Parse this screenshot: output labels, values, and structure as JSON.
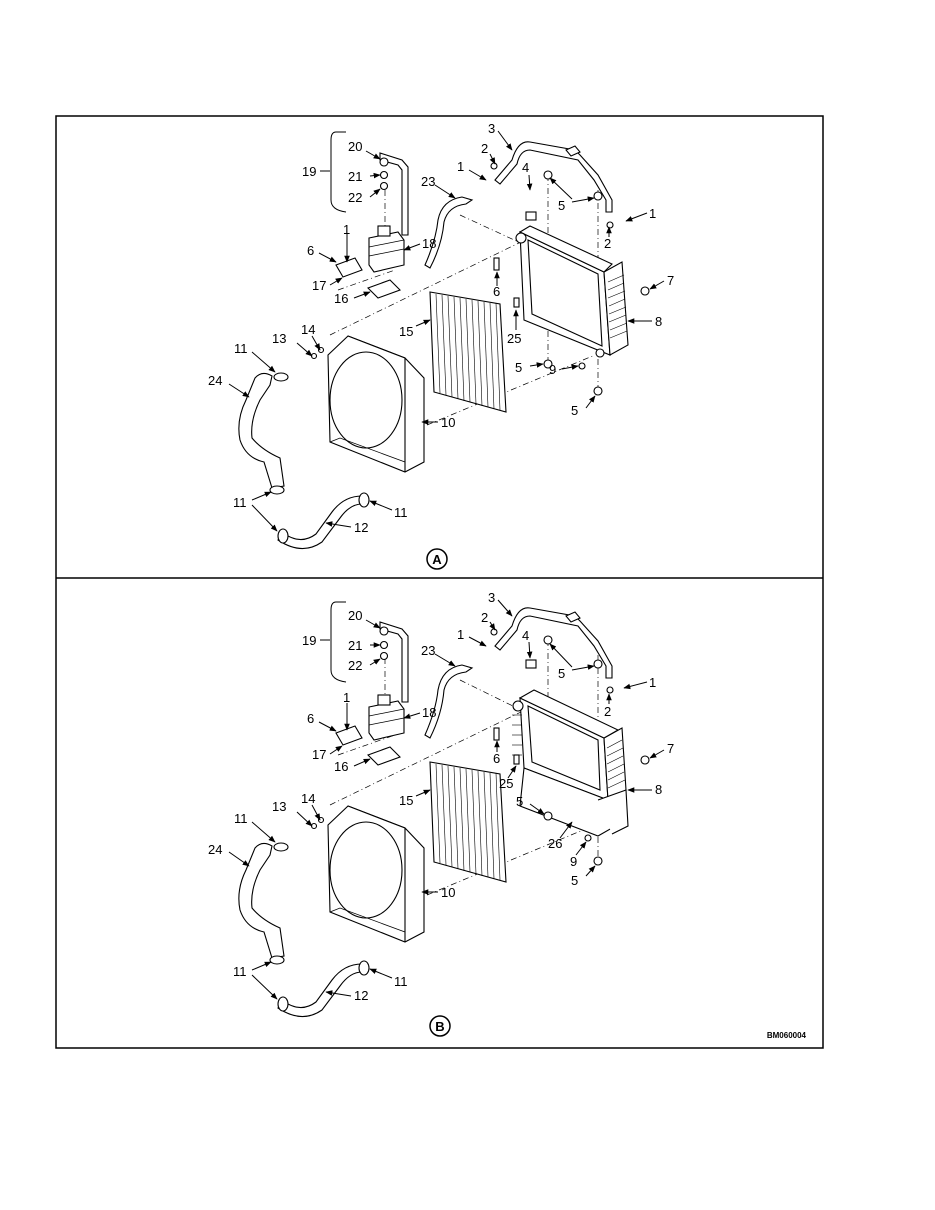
{
  "figure_code": "BM060004",
  "views": [
    {
      "id": "A",
      "callout": "A",
      "labels": {
        "c1a": "1",
        "c1b": "1",
        "c1c": "1",
        "c2a": "2",
        "c2b": "2",
        "c3": "3",
        "c4": "4",
        "c5a": "5",
        "c5b": "5",
        "c5c": "5",
        "c6a": "6",
        "c6b": "6",
        "c7": "7",
        "c8": "8",
        "c9": "9",
        "c10": "10",
        "c11a": "11",
        "c11b": "11",
        "c11c": "11",
        "c12": "12",
        "c13": "13",
        "c14": "14",
        "c15": "15",
        "c16": "16",
        "c17": "17",
        "c18": "18",
        "c19": "19",
        "c20": "20",
        "c21": "21",
        "c22": "22",
        "c23": "23",
        "c24": "24",
        "c25": "25"
      }
    },
    {
      "id": "B",
      "callout": "B",
      "labels": {
        "c1a": "1",
        "c1b": "1",
        "c1c": "1",
        "c2a": "2",
        "c2b": "2",
        "c3": "3",
        "c4": "4",
        "c5a": "5",
        "c5b": "5",
        "c5c": "5",
        "c6a": "6",
        "c6b": "6",
        "c7": "7",
        "c8": "8",
        "c9": "9",
        "c10": "10",
        "c11a": "11",
        "c11b": "11",
        "c11c": "11",
        "c12": "12",
        "c13": "13",
        "c14": "14",
        "c15": "15",
        "c16": "16",
        "c17": "17",
        "c18": "18",
        "c19": "19",
        "c20": "20",
        "c21": "21",
        "c22": "22",
        "c23": "23",
        "c24": "24",
        "c25": "25",
        "c26": "26"
      }
    }
  ]
}
